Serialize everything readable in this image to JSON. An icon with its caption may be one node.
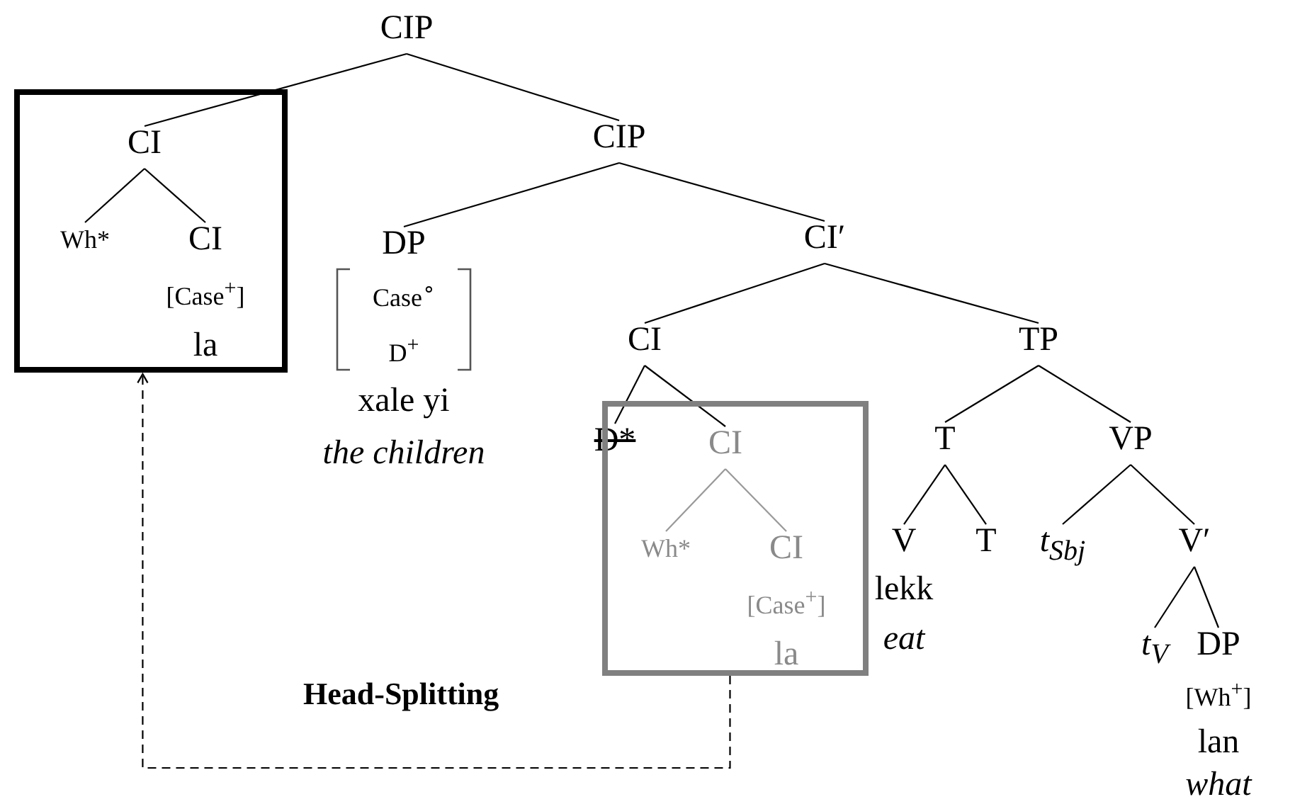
{
  "diagram": {
    "nodes": [
      {
        "text": [
          "CIP"
        ]
      },
      {
        "text": [],
        "shape": "box"
      },
      {
        "text": [
          "CI"
        ],
        "in": 1
      },
      {
        "text": [
          "Wh*"
        ],
        "in": 1
      },
      {
        "text": [
          "CI",
          "[Case$^{+}$]",
          "la"
        ],
        "in": 1
      },
      {
        "text": [
          "CIP"
        ]
      },
      {
        "text": [
          "DP",
          "Case$^{∘}$",
          "D$^{+}$",
          "xale yi",
          "the children"
        ]
      },
      {
        "text": [
          "CI′"
        ]
      },
      {
        "text": [
          "CI"
        ]
      },
      {
        "text": [
          "TP"
        ]
      },
      {
        "text": [
          "D*"
        ]
      },
      {
        "text": [],
        "shape": "box"
      },
      {
        "text": [
          "CI"
        ],
        "in": 11
      },
      {
        "text": [
          "Wh*"
        ],
        "in": 11
      },
      {
        "text": [
          "CI",
          "[Case$^{+}$]",
          "la"
        ],
        "in": 11
      },
      {
        "text": [
          "T"
        ]
      },
      {
        "text": [
          "VP"
        ]
      },
      {
        "text": [
          "V",
          "lekk",
          "eat"
        ]
      },
      {
        "text": [
          "T"
        ]
      },
      {
        "text": [
          "t$_{Sbj}$"
        ]
      },
      {
        "text": [
          "V′"
        ]
      },
      {
        "text": [
          "t$_{V}$"
        ]
      },
      {
        "text": [
          "DP",
          "[Wh$^{+}$]",
          "lan",
          "what"
        ]
      }
    ],
    "edges": [
      {
        "from": 0,
        "to": 2,
        "arrow": "none"
      },
      {
        "from": 0,
        "to": 5,
        "arrow": "none"
      },
      {
        "from": 2,
        "to": 3,
        "arrow": "none"
      },
      {
        "from": 2,
        "to": 4,
        "arrow": "none"
      },
      {
        "from": 5,
        "to": 6,
        "arrow": "none"
      },
      {
        "from": 5,
        "to": 7,
        "arrow": "none"
      },
      {
        "from": 7,
        "to": 8,
        "arrow": "none"
      },
      {
        "from": 7,
        "to": 9,
        "arrow": "none"
      },
      {
        "from": 8,
        "to": 10,
        "arrow": "none"
      },
      {
        "from": 8,
        "to": 12,
        "arrow": "none"
      },
      {
        "from": 12,
        "to": 13,
        "arrow": "none",
        "color": "#999999"
      },
      {
        "from": 12,
        "to": 14,
        "arrow": "none",
        "color": "#999999"
      },
      {
        "from": 9,
        "to": 15,
        "arrow": "none"
      },
      {
        "from": 9,
        "to": 16,
        "arrow": "none"
      },
      {
        "from": 15,
        "to": 17,
        "arrow": "none"
      },
      {
        "from": 15,
        "to": 18,
        "arrow": "none"
      },
      {
        "from": 16,
        "to": 19,
        "arrow": "none"
      },
      {
        "from": 16,
        "to": 20,
        "arrow": "none"
      },
      {
        "from": 20,
        "to": 21,
        "arrow": "none"
      },
      {
        "from": 20,
        "to": 22,
        "arrow": "none"
      },
      {
        "from": 11,
        "to": 1,
        "arrow": "to",
        "style": "dashed",
        "label": "Head-Splitting"
      }
    ]
  }
}
